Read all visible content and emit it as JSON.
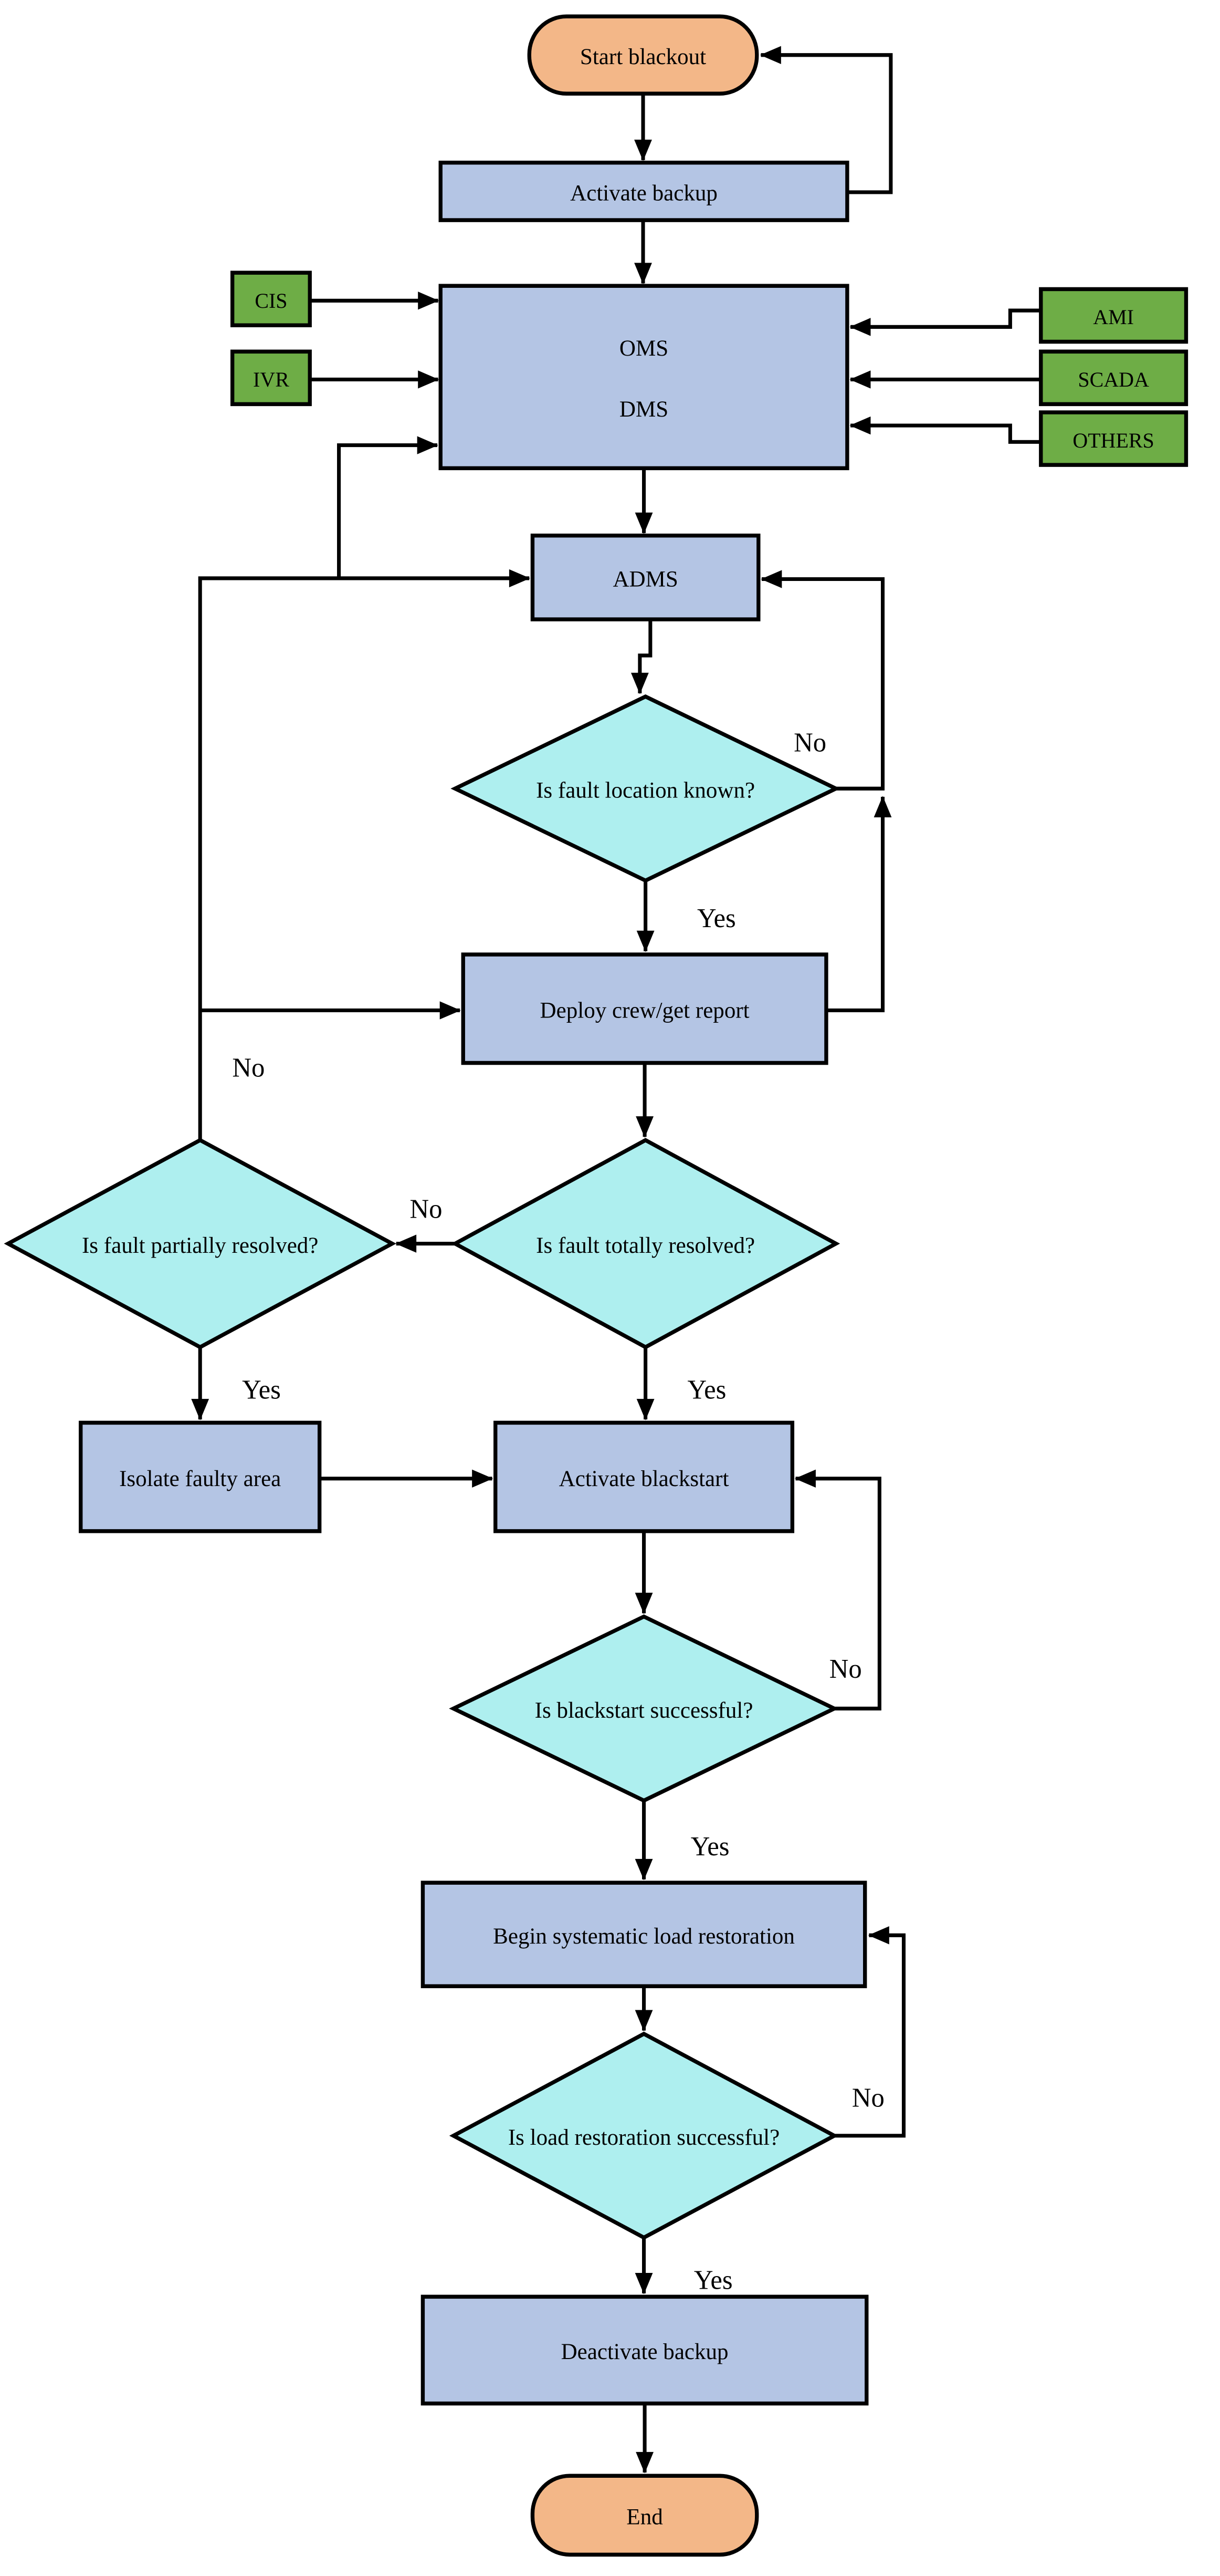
{
  "diagram": {
    "type": "flowchart",
    "background": "#ffffff",
    "colors": {
      "terminator_fill": "#f3b788",
      "process_fill": "#b4c5e4",
      "decision_fill": "#aeefef",
      "source_fill": "#6ead46",
      "line": "#000000"
    },
    "nodes": {
      "start": {
        "label": "Start blackout",
        "type": "terminator"
      },
      "activate_backup": {
        "label": "Activate backup",
        "type": "process"
      },
      "oms_dms": {
        "line1": "OMS",
        "line2": "DMS",
        "type": "process"
      },
      "cis": {
        "label": "CIS",
        "type": "source"
      },
      "ivr": {
        "label": "IVR",
        "type": "source"
      },
      "ami": {
        "label": "AMI",
        "type": "source"
      },
      "scada": {
        "label": "SCADA",
        "type": "source"
      },
      "others": {
        "label": "OTHERS",
        "type": "source"
      },
      "adms": {
        "label": "ADMS",
        "type": "process"
      },
      "fault_location_known": {
        "label": "Is fault location known?",
        "type": "decision"
      },
      "deploy_crew": {
        "label": "Deploy crew/get report",
        "type": "process"
      },
      "fault_totally_resolved": {
        "label": "Is fault totally resolved?",
        "type": "decision"
      },
      "fault_partially_resolved": {
        "label": "Is fault partially resolved?",
        "type": "decision"
      },
      "isolate_faulty_area": {
        "label": "Isolate faulty area",
        "type": "process"
      },
      "activate_blackstart": {
        "label": "Activate blackstart",
        "type": "process"
      },
      "blackstart_successful": {
        "label": "Is blackstart successful?",
        "type": "decision"
      },
      "load_restoration": {
        "label": "Begin systematic load restoration",
        "type": "process"
      },
      "restoration_successful": {
        "label": "Is load restoration successful?",
        "type": "decision"
      },
      "deactivate_backup": {
        "label": "Deactivate backup",
        "type": "process"
      },
      "end": {
        "label": "End",
        "type": "terminator"
      }
    },
    "edge_labels": {
      "d1_no": "No",
      "d1_yes": "Yes",
      "d2_no": "No",
      "d2_yes": "Yes",
      "d3_no": "No",
      "d3_yes": "Yes",
      "d4_no": "No",
      "d4_yes": "Yes",
      "d5_no": "No",
      "d5_yes": "Yes"
    }
  }
}
